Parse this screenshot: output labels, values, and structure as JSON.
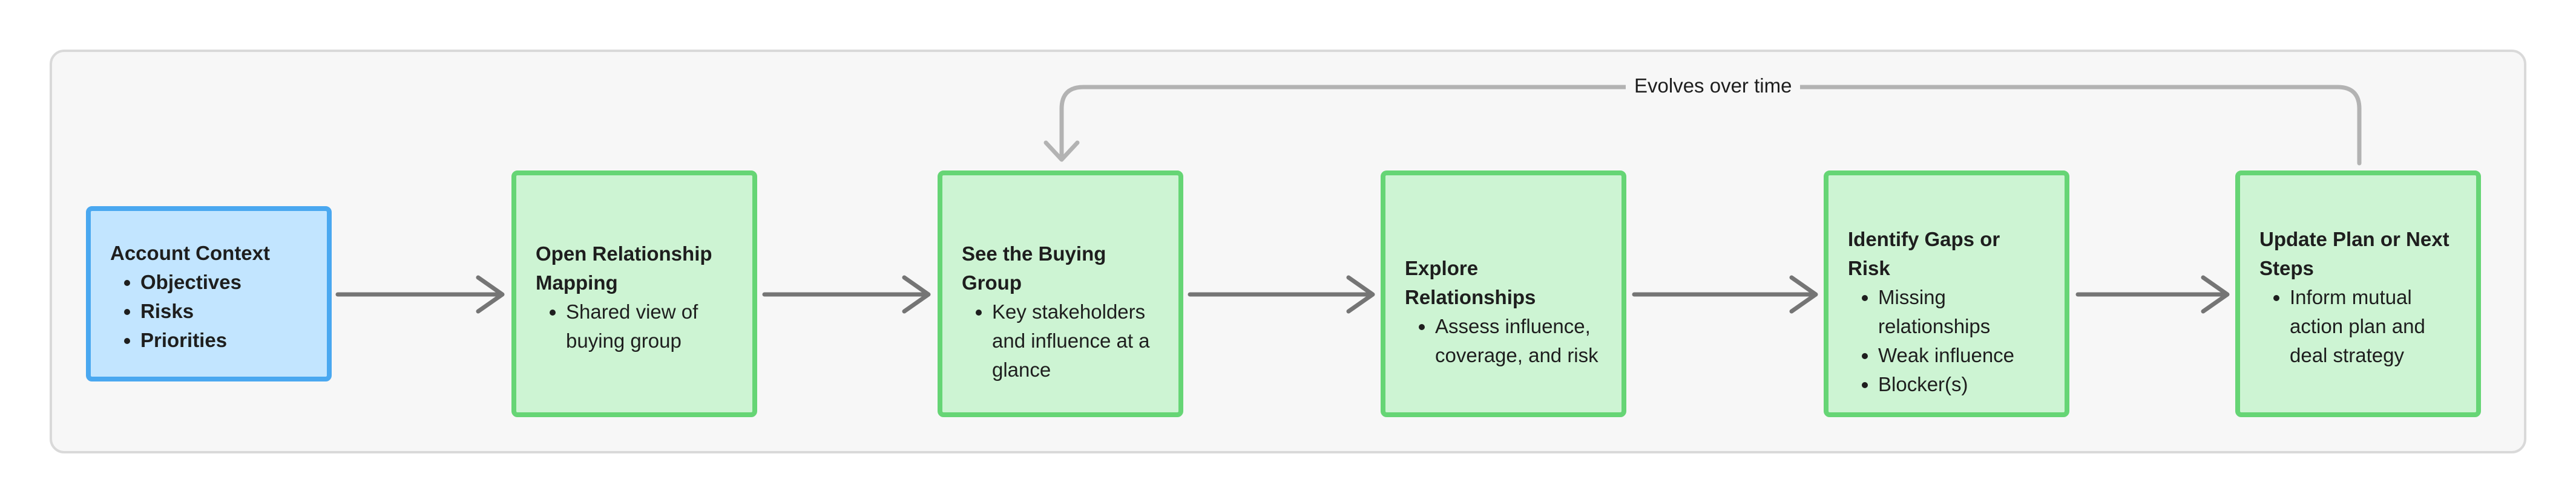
{
  "nodes": [
    {
      "id": "account-context",
      "title": "Account Context",
      "items": [
        "Objectives",
        "Risks",
        "Priorities"
      ]
    },
    {
      "id": "open-relationship-mapping",
      "title": "Open Relationship Mapping",
      "items": [
        "Shared view of buying group"
      ]
    },
    {
      "id": "see-buying-group",
      "title": "See the Buying Group",
      "items": [
        "Key stakeholders and influence at a glance"
      ]
    },
    {
      "id": "explore-relationships",
      "title": "Explore Relationships",
      "items": [
        "Assess influence, coverage, and risk"
      ]
    },
    {
      "id": "identify-gaps",
      "title": "Identify Gaps or Risk",
      "items": [
        "Missing relationships",
        "Weak influence",
        "Blocker(s)"
      ]
    },
    {
      "id": "update-plan",
      "title": "Update Plan or Next Steps",
      "items": [
        "Inform mutual action plan and deal strategy"
      ]
    }
  ],
  "loop_label": "Evolves over time",
  "colors": {
    "start_fill": "#c2e5ff",
    "start_border": "#4aa8f0",
    "step_fill": "#cdf4d3",
    "step_border": "#66d575",
    "arrow": "#757575",
    "loop_arrow": "#b3b3b3"
  }
}
